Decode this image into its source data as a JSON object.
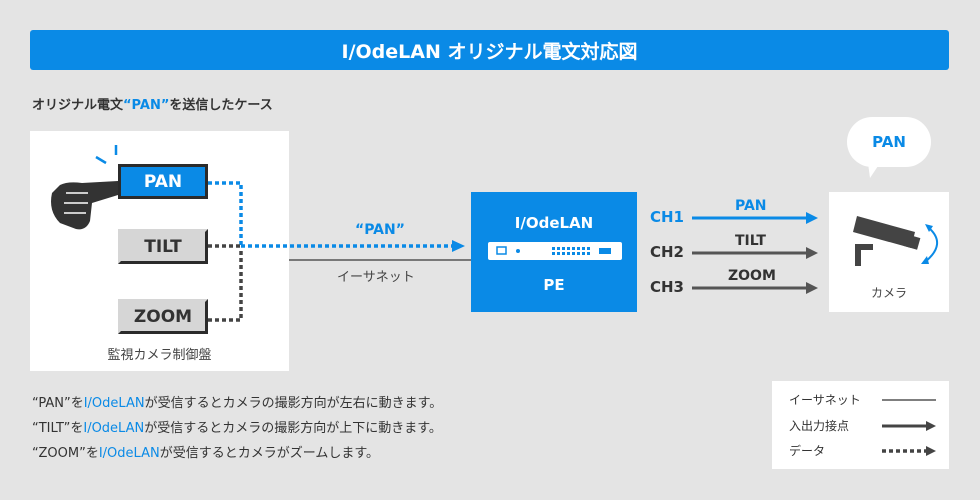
{
  "header": {
    "title": "I/OdeLAN オリジナル電文対応図"
  },
  "case": {
    "prefix": "オリジナル電文",
    "highlight": "“PAN”",
    "suffix": "を送信したケース"
  },
  "panel": {
    "buttons": {
      "pan": "PAN",
      "tilt": "TILT",
      "zoom": "ZOOM"
    },
    "label": "監視カメラ制御盤"
  },
  "ethernet": {
    "message": "“PAN”",
    "label": "イーサネット"
  },
  "pe": {
    "title": "I/OdeLAN",
    "label": "PE"
  },
  "channels": [
    {
      "ch": "CH1",
      "signal": "PAN"
    },
    {
      "ch": "CH2",
      "signal": "TILT"
    },
    {
      "ch": "CH3",
      "signal": "ZOOM"
    }
  ],
  "camera": {
    "label": "カメラ",
    "bubble": "PAN"
  },
  "notes": [
    {
      "prefix": "“PAN”を",
      "highlight": "I/OdeLAN",
      "suffix": "が受信するとカメラの撮影方向が左右に動きます。"
    },
    {
      "prefix": "“TILT”を",
      "highlight": "I/OdeLAN",
      "suffix": "が受信するとカメラの撮影方向が上下に動きます。"
    },
    {
      "prefix": "“ZOOM”を",
      "highlight": "I/OdeLAN",
      "suffix": "が受信するとカメラがズームします。"
    }
  ],
  "legend": {
    "ethernet": "イーサネット",
    "io": "入出力接点",
    "data": "データ"
  },
  "colors": {
    "accent": "#0a8ae6",
    "dark": "#333333",
    "background": "#e4e4e4"
  }
}
